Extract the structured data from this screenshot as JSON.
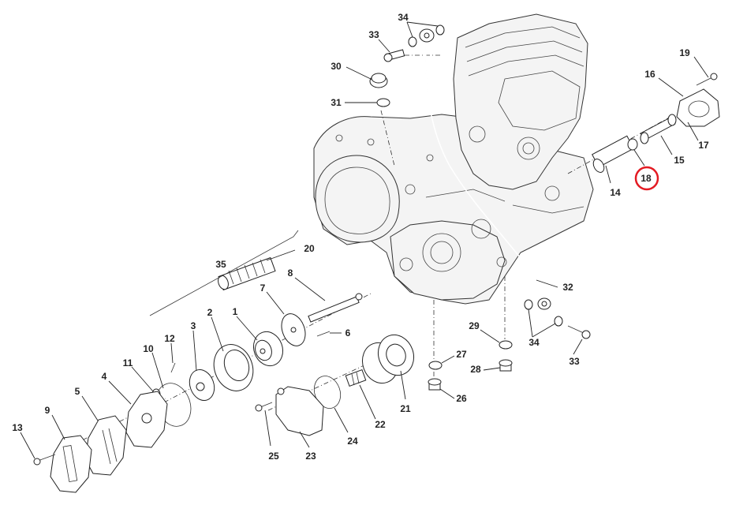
{
  "diagram": {
    "highlight_color": "#e31b23",
    "highlighted_part": "18",
    "callouts": [
      {
        "id": "1",
        "label": "1"
      },
      {
        "id": "2",
        "label": "2"
      },
      {
        "id": "3",
        "label": "3"
      },
      {
        "id": "4",
        "label": "4"
      },
      {
        "id": "5",
        "label": "5"
      },
      {
        "id": "6",
        "label": "6"
      },
      {
        "id": "7",
        "label": "7"
      },
      {
        "id": "8",
        "label": "8"
      },
      {
        "id": "9",
        "label": "9"
      },
      {
        "id": "10",
        "label": "10"
      },
      {
        "id": "11",
        "label": "11"
      },
      {
        "id": "12",
        "label": "12"
      },
      {
        "id": "13",
        "label": "13"
      },
      {
        "id": "14",
        "label": "14"
      },
      {
        "id": "15",
        "label": "15"
      },
      {
        "id": "16",
        "label": "16"
      },
      {
        "id": "17",
        "label": "17"
      },
      {
        "id": "18",
        "label": "18"
      },
      {
        "id": "19",
        "label": "19"
      },
      {
        "id": "20",
        "label": "20"
      },
      {
        "id": "21",
        "label": "21"
      },
      {
        "id": "22",
        "label": "22"
      },
      {
        "id": "23",
        "label": "23"
      },
      {
        "id": "24",
        "label": "24"
      },
      {
        "id": "25",
        "label": "25"
      },
      {
        "id": "26",
        "label": "26"
      },
      {
        "id": "27",
        "label": "27"
      },
      {
        "id": "28",
        "label": "28"
      },
      {
        "id": "29",
        "label": "29"
      },
      {
        "id": "30",
        "label": "30"
      },
      {
        "id": "31",
        "label": "31"
      },
      {
        "id": "32",
        "label": "32"
      },
      {
        "id": "33a",
        "label": "33"
      },
      {
        "id": "33b",
        "label": "33"
      },
      {
        "id": "34a",
        "label": "34"
      },
      {
        "id": "34b",
        "label": "34"
      },
      {
        "id": "35",
        "label": "35"
      }
    ]
  }
}
